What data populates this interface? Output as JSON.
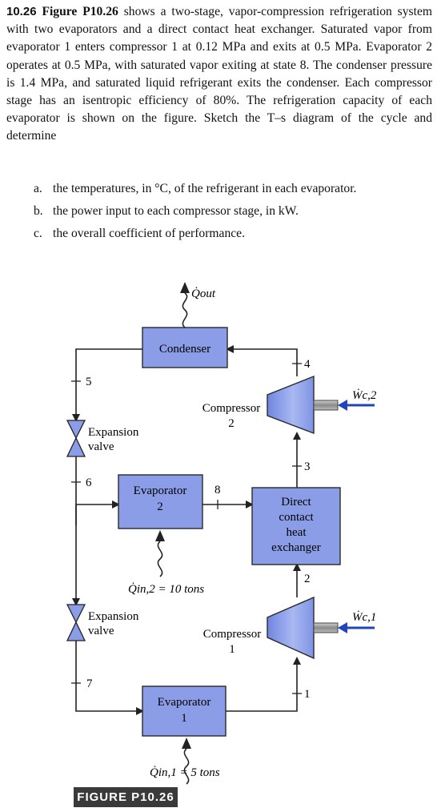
{
  "problem": {
    "number": "10.26",
    "figure_ref": "Figure P10.26",
    "text": " shows a two-stage, vapor-compression refrigeration system with two evaporators and a direct contact heat exchanger. Saturated vapor from evaporator 1 enters compressor 1 at 0.12 MPa and exits at 0.5 MPa. Evaporator 2 operates at 0.5 MPa, with saturated vapor exiting at state 8. The condenser pressure is 1.4 MPa, and saturated liquid refrigerant exits the condenser. Each compressor stage has an isentropic efficiency of 80%. The refrigeration capacity of each evaporator is shown on the figure. Sketch the T–s diagram of the cycle and determine",
    "items": [
      {
        "label": "a.",
        "text": "the temperatures, in °C, of the refrigerant in each evaporator."
      },
      {
        "label": "b.",
        "text": "the power input to each compressor stage, in kW."
      },
      {
        "label": "c.",
        "text": "the overall coefficient of performance."
      }
    ]
  },
  "figure": {
    "caption": "FIGURE P10.26",
    "colors": {
      "box_fill": "#8b9de6",
      "box_stroke": "#2a2a2a",
      "arrow_blue": "#2244bb",
      "line": "#222222"
    },
    "components": {
      "condenser": "Condenser",
      "compressor2": [
        "Compressor",
        "2"
      ],
      "compressor1": [
        "Compressor",
        "1"
      ],
      "heat_exchanger": [
        "Direct",
        "contact",
        "heat",
        "exchanger"
      ],
      "evaporator2": [
        "Evaporator",
        "2"
      ],
      "evaporator1": [
        "Evaporator",
        "1"
      ],
      "expansion_valve_upper": [
        "Expansion",
        "valve"
      ],
      "expansion_valve_lower": [
        "Expansion",
        "valve"
      ]
    },
    "states": [
      "1",
      "2",
      "3",
      "4",
      "5",
      "6",
      "7",
      "8"
    ],
    "heat_labels": {
      "q_out": "Q̇out",
      "q_in2": "Q̇in,2 = 10 tons",
      "q_in1": "Q̇in,1 = 5 tons"
    },
    "work_labels": {
      "w_c2": "Ẇc,2",
      "w_c1": "Ẇc,1"
    }
  }
}
